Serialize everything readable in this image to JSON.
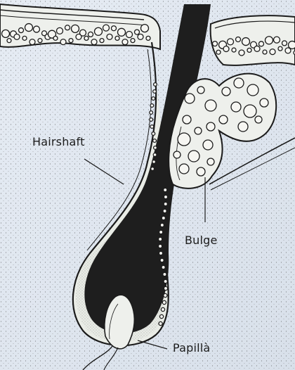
{
  "labels": {
    "hairshaft": "Hairshaft",
    "bulge": "Bulge",
    "papilla": "Papillà"
  },
  "colors": {
    "background": "#dfe6f0",
    "ink": "#1b1b1b",
    "hair": "#1e1e1e",
    "cell_fill": "#f3f3ef"
  }
}
